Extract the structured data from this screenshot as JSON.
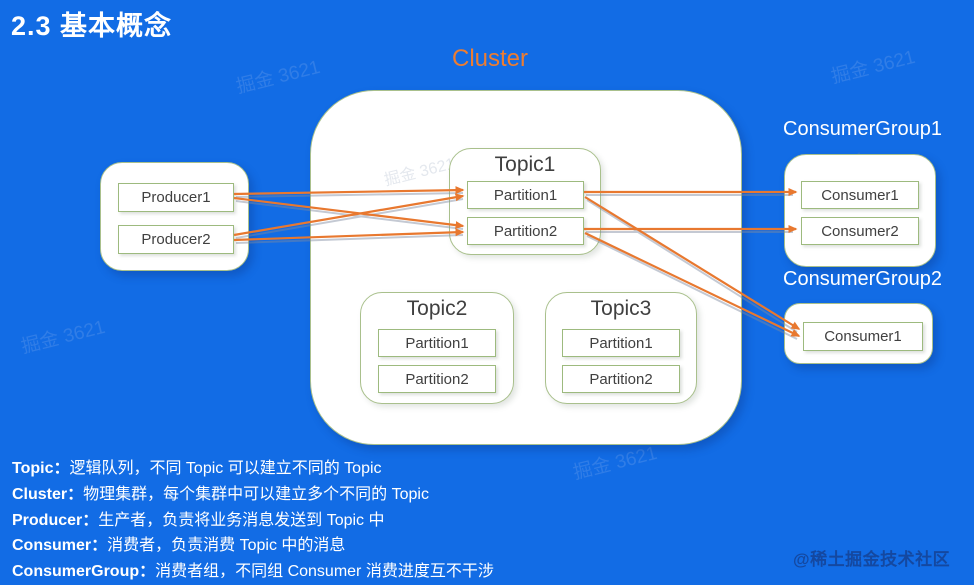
{
  "page": {
    "title": "2.3 基本概念",
    "community_watermark": "@稀土掘金技术社区",
    "tile_watermark": "掘金 3621"
  },
  "diagram": {
    "cluster_label": "Cluster",
    "producer_group": {
      "producers": [
        "Producer1",
        "Producer2"
      ]
    },
    "topics": [
      {
        "title": "Topic1",
        "partitions": [
          "Partition1",
          "Partition2"
        ]
      },
      {
        "title": "Topic2",
        "partitions": [
          "Partition1",
          "Partition2"
        ]
      },
      {
        "title": "Topic3",
        "partitions": [
          "Partition1",
          "Partition2"
        ]
      }
    ],
    "consumer_groups": [
      {
        "label": "ConsumerGroup1",
        "consumers": [
          "Consumer1",
          "Consumer2"
        ]
      },
      {
        "label": "ConsumerGroup2",
        "consumers": [
          "Consumer1"
        ]
      }
    ],
    "connections": [
      {
        "from": "Producer1",
        "to": "Topic1/Partition1"
      },
      {
        "from": "Producer1",
        "to": "Topic1/Partition2"
      },
      {
        "from": "Producer2",
        "to": "Topic1/Partition1"
      },
      {
        "from": "Producer2",
        "to": "Topic1/Partition2"
      },
      {
        "from": "Topic1/Partition1",
        "to": "ConsumerGroup1/Consumer1"
      },
      {
        "from": "Topic1/Partition2",
        "to": "ConsumerGroup1/Consumer2"
      },
      {
        "from": "Topic1/Partition1",
        "to": "ConsumerGroup2/Consumer1"
      },
      {
        "from": "Topic1/Partition2",
        "to": "ConsumerGroup2/Consumer1"
      }
    ],
    "colors": {
      "background": "#126ce5",
      "arrow": "#e8782f",
      "box_border": "#a9c08c",
      "accent_orange": "#ed7d31",
      "box_text": "#404040"
    }
  },
  "definitions": [
    {
      "term": "Topic：",
      "desc": "逻辑队列，不同 Topic 可以建立不同的 Topic"
    },
    {
      "term": "Cluster：",
      "desc": "物理集群，每个集群中可以建立多个不同的 Topic"
    },
    {
      "term": "Producer：",
      "desc": "生产者，负责将业务消息发送到 Topic 中"
    },
    {
      "term": "Consumer：",
      "desc": "消费者，负责消费 Topic 中的消息"
    },
    {
      "term": "ConsumerGroup：",
      "desc": "消费者组，不同组 Consumer 消费进度互不干涉"
    }
  ]
}
